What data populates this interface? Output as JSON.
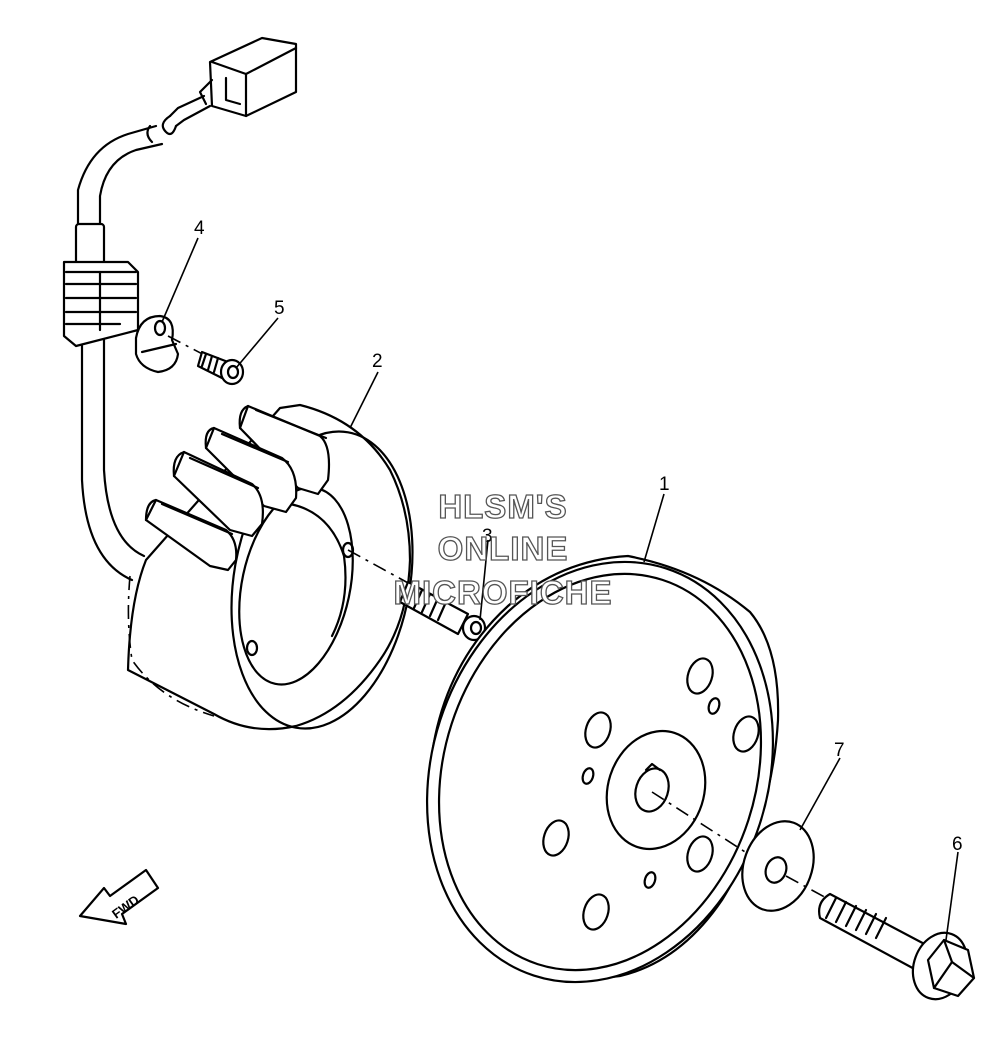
{
  "watermark": {
    "line1": "HLSM'S",
    "line2": "ONLINE",
    "line3": "MICROFICHE"
  },
  "direction_label": "FWD",
  "callouts": {
    "c1": "1",
    "c2": "2",
    "c3": "3",
    "c4": "4",
    "c5": "5",
    "c6": "6",
    "c7": "7"
  }
}
